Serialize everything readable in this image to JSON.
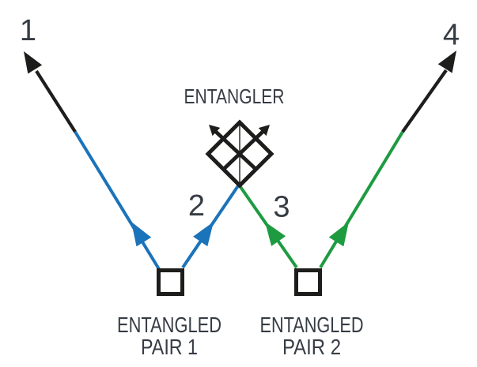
{
  "colors": {
    "background": "#ffffff",
    "black": "#1d1d1b",
    "blue": "#1b73b9",
    "green": "#1e9b41",
    "text": "#363c44",
    "fill_white": "#ffffff"
  },
  "entangler": {
    "label": "ENTANGLER"
  },
  "photons": {
    "p1": "1",
    "p2": "2",
    "p3": "3",
    "p4": "4"
  },
  "sources": {
    "pair1": {
      "line1": "ENTANGLED",
      "line2": "PAIR 1"
    },
    "pair2": {
      "line1": "ENTANGLED",
      "line2": "PAIR 2"
    }
  }
}
